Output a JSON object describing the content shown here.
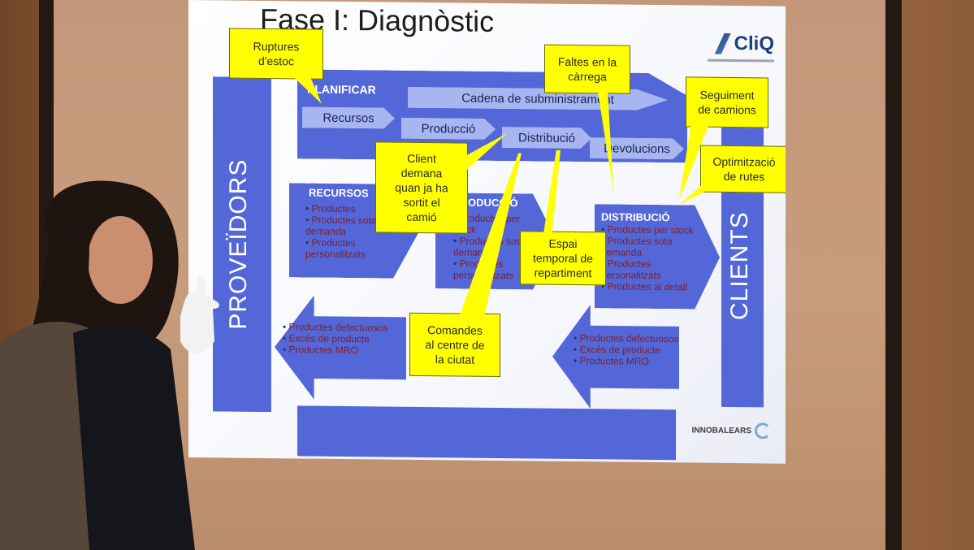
{
  "slide": {
    "title": "Fase I: Diagnòstic",
    "logo": "CliQ",
    "footer_logo": "INNOBALEARS",
    "side_left": "PROVEÏDORS",
    "side_right": "CLIENTS",
    "flow": {
      "planificar": "PLANIFICAR",
      "cadena": "Cadena de subministrament",
      "recursos": "Recursos",
      "produccio": "Producció",
      "distribucio": "Distribució",
      "devolucions": "Devolucions"
    },
    "recursos_block": {
      "head": "RECURSOS",
      "items": [
        "Productes",
        "Productes sota demanda",
        "Productes personalitzats"
      ]
    },
    "produccio_block": {
      "head": "PRODUCCIÓ",
      "items": [
        "Productes per stock",
        "Productes sota demanda",
        "Productes personalitzats"
      ]
    },
    "distribucio_block": {
      "head": "DISTRIBUCIÓ",
      "items": [
        "Productes per stock",
        "Productes sota demanda",
        "Productes personalitzats",
        "Productes al detall"
      ]
    },
    "return_left": {
      "items": [
        "Productes defectuosos",
        "Excés de producte",
        "Productes MRO"
      ]
    },
    "return_right": {
      "items": [
        "Productes defectuosos",
        "Excés de producte",
        "Productes MRO"
      ]
    },
    "callouts": {
      "ruptures": "Ruptures\nd'estoc",
      "faltes": "Faltes en la\ncàrrega",
      "seguiment": "Seguiment\nde camions",
      "optimitzacio": "Optimització\nde rutes",
      "client": "Client\ndemana\nquan ja ha\nsortit el\ncamió",
      "espai": "Espai\ntemporal de\nrepartiment",
      "comandes": "Comandes\nal centre de\nla ciutat"
    }
  },
  "colors": {
    "slide_blue": "#5367d8",
    "callout_yellow": "#ffff00",
    "bullet_text": "#7e1f2a"
  }
}
